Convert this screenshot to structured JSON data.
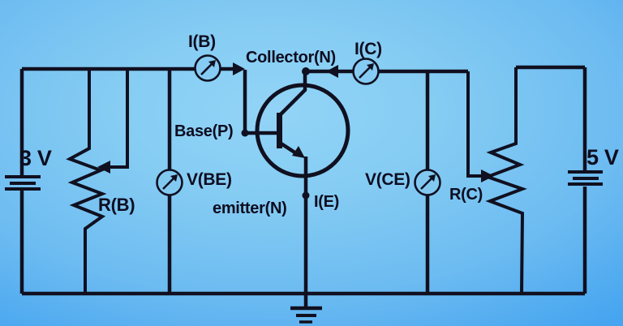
{
  "colors": {
    "background_center": "#8ed2f6",
    "background_edge": "#3f9ff0",
    "ink": "#101020"
  },
  "components": {
    "battery_left": {
      "label": "3 V"
    },
    "battery_right": {
      "label": "5 V"
    },
    "ammeter_base": {
      "label": "I(B)"
    },
    "ammeter_collector": {
      "label": "I(C)"
    },
    "voltmeter_base_emitter": {
      "label": "V(BE)"
    },
    "voltmeter_collector_emitter": {
      "label": "V(CE)"
    },
    "resistor_base": {
      "label": "R(B)"
    },
    "resistor_collector": {
      "label": "R(C)"
    },
    "transistor": {
      "collector_label": "Collector(N)",
      "base_label": "Base(P)",
      "emitter_label": "emitter(N)",
      "emitter_current_label": "I(E)"
    }
  }
}
